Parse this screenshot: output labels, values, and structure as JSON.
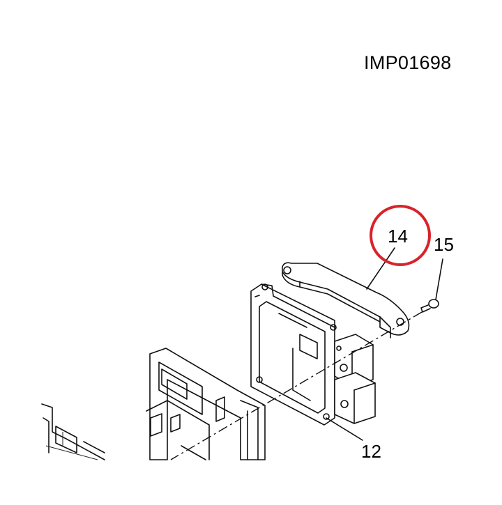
{
  "figure": {
    "code": "IMP01698",
    "labels": {
      "part_14": "14",
      "part_15": "15",
      "part_12": "12"
    },
    "highlight_color": "#d8232a",
    "line_color": "#111111",
    "background": "#ffffff"
  }
}
